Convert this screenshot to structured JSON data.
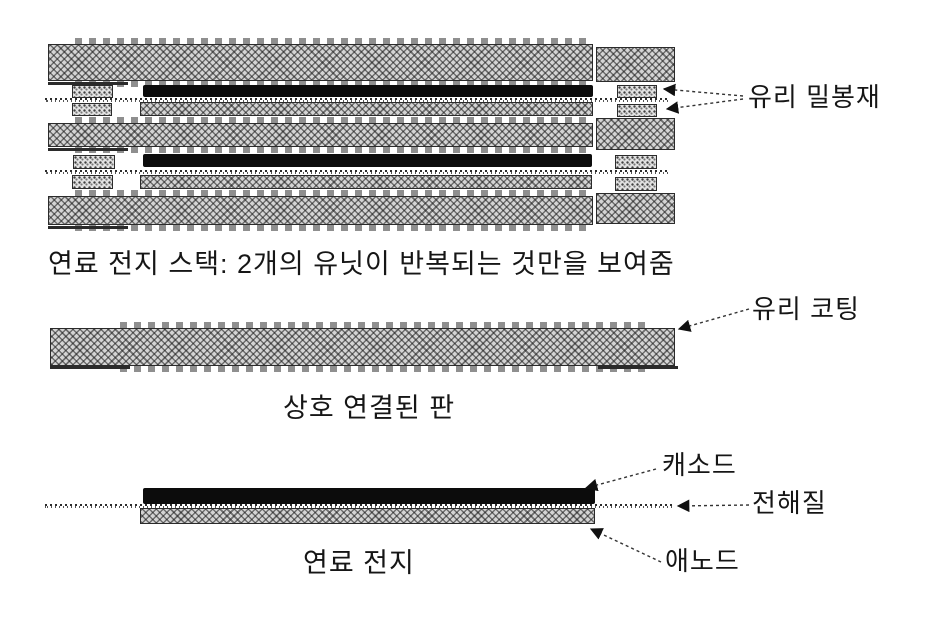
{
  "colors": {
    "background": "#ffffff",
    "ink": "#161616",
    "leader_line": "#333333",
    "cathode_black": "#0c0c0c",
    "plate_hatch_gray": "#d4d4d4",
    "seal_speckle_gray": "#e2e2e2",
    "teeth_gray": "#8f8f8f"
  },
  "stack": {
    "caption": "연료 전지 스택: 2개의 유닛이 반복되는 것만을 보여줌",
    "glass_seal_label": "유리 밀봉재"
  },
  "interconnect": {
    "caption": "상호 연결된 판",
    "glass_coating_label": "유리 코팅"
  },
  "fuel_cell": {
    "caption": "연료 전지",
    "cathode_label": "캐소드",
    "electrolyte_label": "전해질",
    "anode_label": "애노드"
  }
}
